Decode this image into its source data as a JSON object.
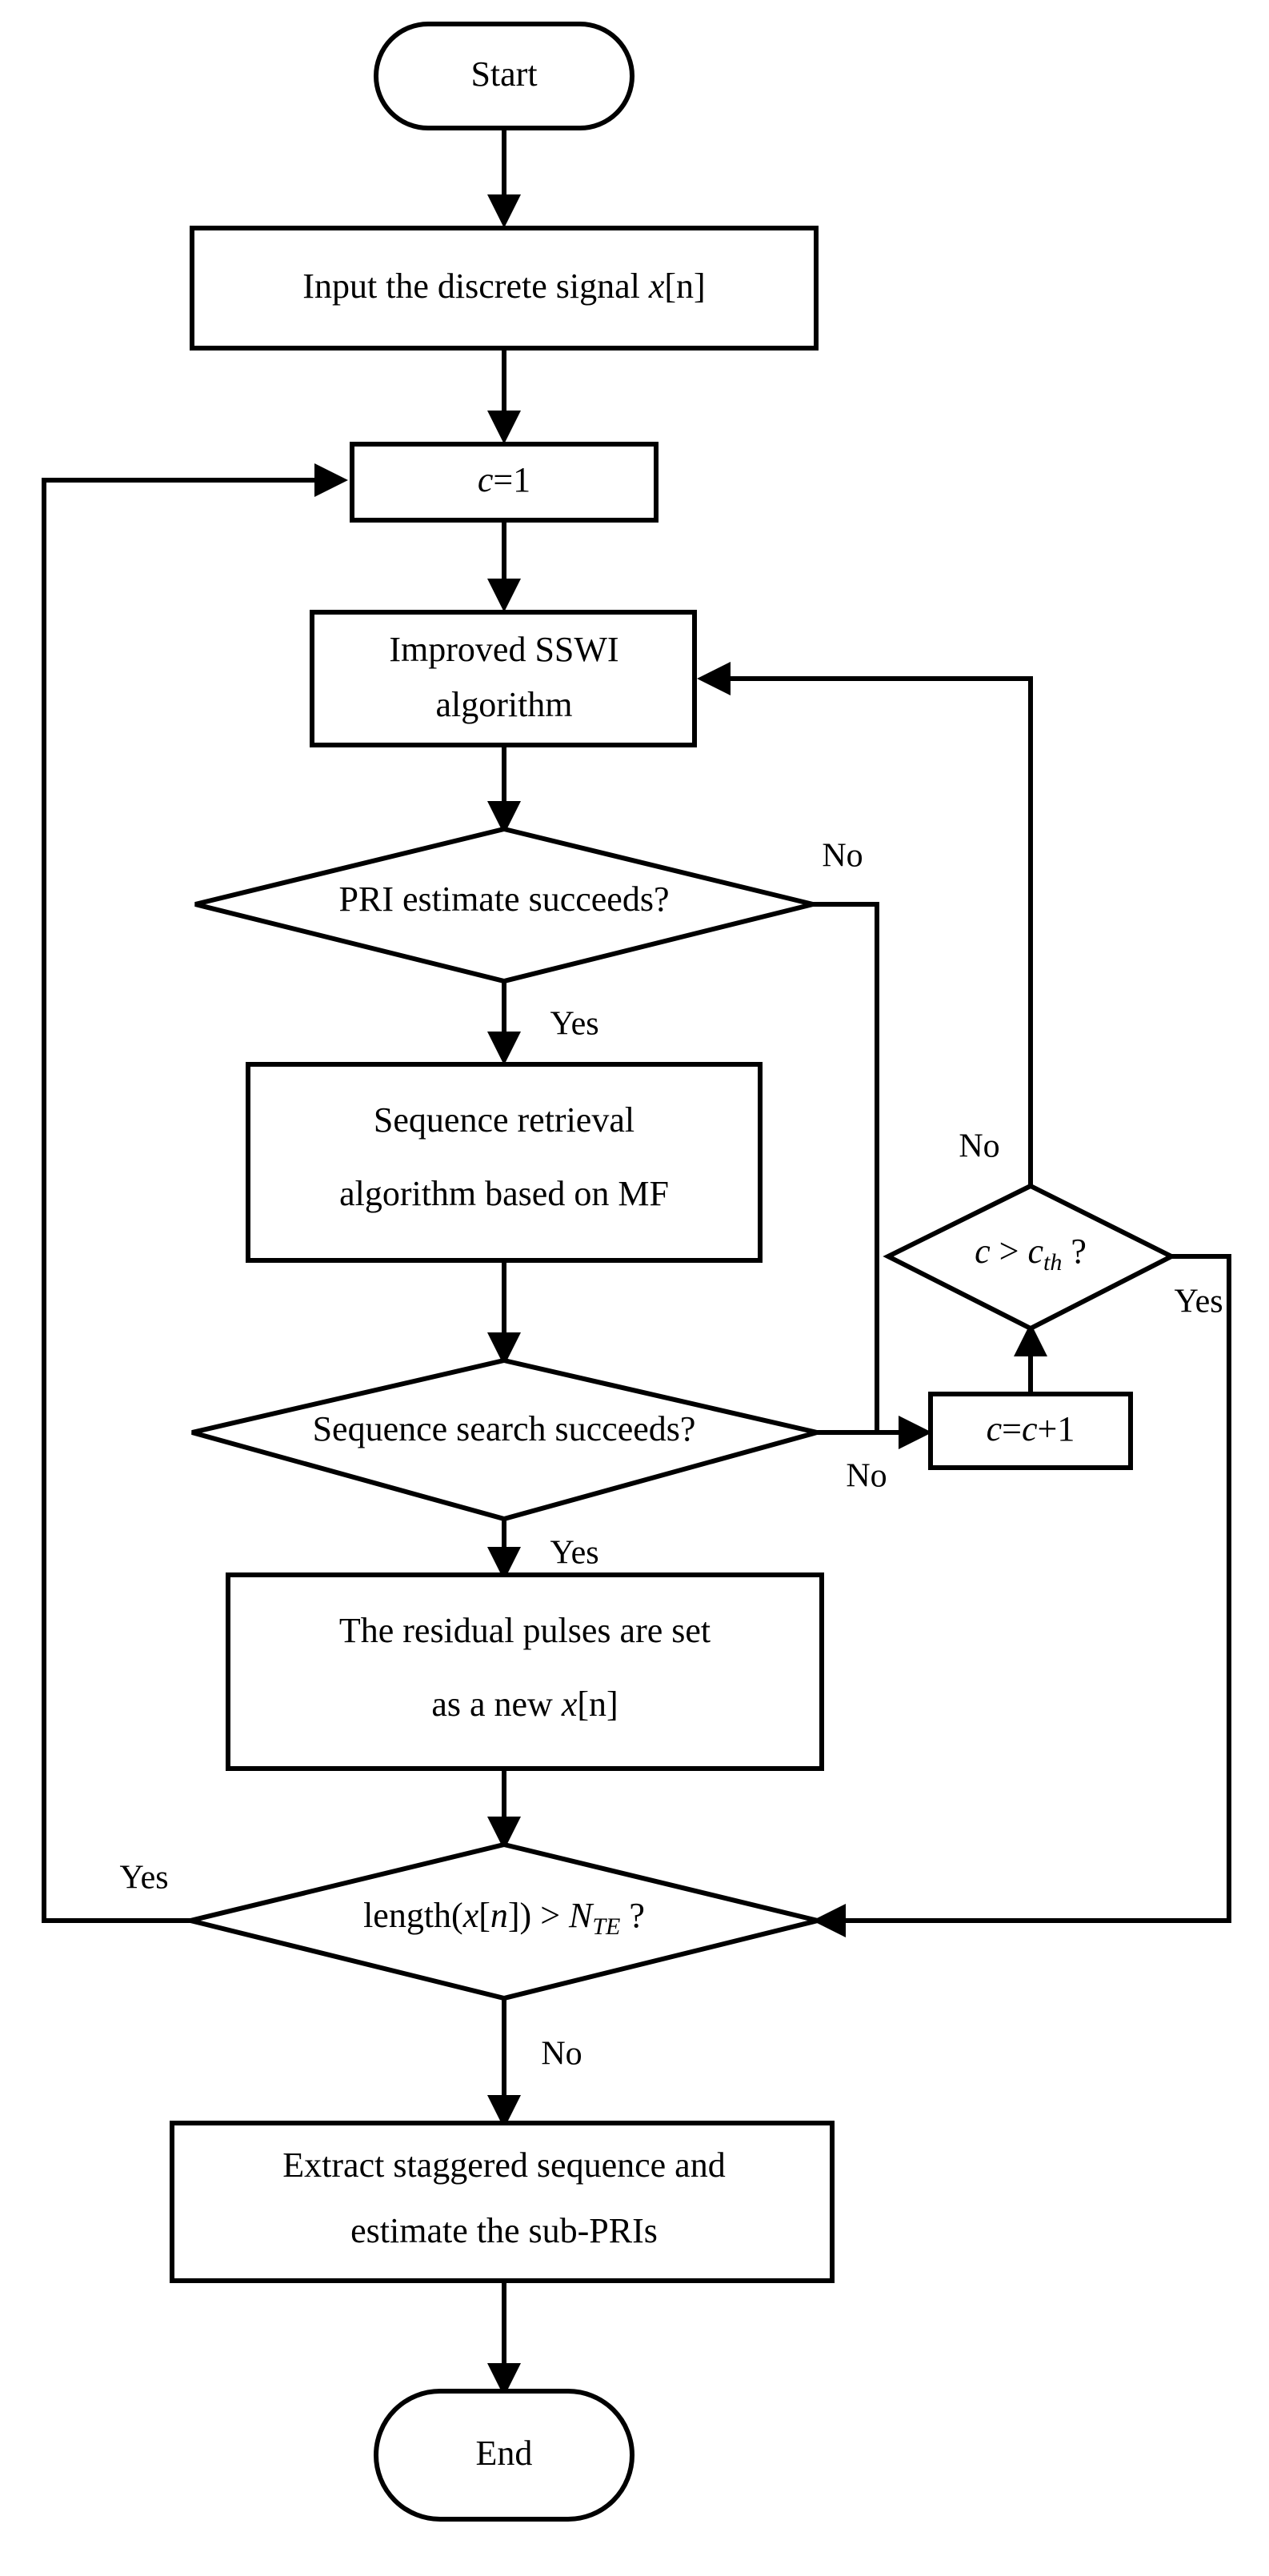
{
  "diagram": {
    "title": "PRI estimation and staggered sequence extraction flowchart",
    "background": "#ffffff",
    "line_color": "#000000",
    "fill_color": "#ffffff",
    "nodes": [
      {
        "id": "start",
        "shape": "terminator",
        "text": "Start"
      },
      {
        "id": "input",
        "shape": "process",
        "text_parts": [
          {
            "t": "Input the discrete signal ",
            "style": "normal"
          },
          {
            "t": "x",
            "style": "italic"
          },
          {
            "t": "[n]",
            "style": "normal"
          }
        ],
        "text": "Input the discrete signal x[n]"
      },
      {
        "id": "cinit",
        "shape": "process",
        "text_parts": [
          {
            "t": "c",
            "style": "italic"
          },
          {
            "t": "=1",
            "style": "normal"
          }
        ],
        "text": "c=1"
      },
      {
        "id": "sswi",
        "shape": "process",
        "lines": [
          "Improved SSWI",
          "algorithm"
        ],
        "text": "Improved SSWI algorithm"
      },
      {
        "id": "pri_check",
        "shape": "decision",
        "text": "PRI estimate succeeds?"
      },
      {
        "id": "seq_retr",
        "shape": "process",
        "lines": [
          "Sequence retrieval",
          "algorithm based on MF"
        ],
        "text": "Sequence retrieval algorithm based on MF"
      },
      {
        "id": "cth_check",
        "shape": "decision",
        "text_parts": [
          {
            "t": "c",
            "style": "italic"
          },
          {
            "t": " > ",
            "style": "normal"
          },
          {
            "t": "c",
            "style": "italic"
          },
          {
            "t": "th",
            "style": "subscript-italic"
          },
          {
            "t": " ?",
            "style": "normal"
          }
        ],
        "text": "c > cth ?"
      },
      {
        "id": "seq_search",
        "shape": "decision",
        "text": "Sequence search succeeds?"
      },
      {
        "id": "cincr",
        "shape": "process",
        "text_parts": [
          {
            "t": "c",
            "style": "italic"
          },
          {
            "t": "=",
            "style": "normal"
          },
          {
            "t": "c",
            "style": "italic"
          },
          {
            "t": "+1",
            "style": "normal"
          }
        ],
        "text": "c=c+1"
      },
      {
        "id": "residual",
        "shape": "process",
        "lines": [
          "The residual pulses are set",
          "as a new x[n]"
        ],
        "text": "The residual pulses are set as a new x[n]"
      },
      {
        "id": "len_check",
        "shape": "decision",
        "text_parts": [
          {
            "t": "length(",
            "style": "normal"
          },
          {
            "t": "x",
            "style": "italic"
          },
          {
            "t": "[",
            "style": "normal"
          },
          {
            "t": "n",
            "style": "italic"
          },
          {
            "t": "]) > ",
            "style": "normal"
          },
          {
            "t": "N",
            "style": "italic"
          },
          {
            "t": "TE",
            "style": "subscript-italic"
          },
          {
            "t": " ?",
            "style": "normal"
          }
        ],
        "text": "length(x[n]) > NTE ?"
      },
      {
        "id": "extract",
        "shape": "process",
        "lines": [
          "Extract staggered sequence and",
          "estimate the sub-PRIs"
        ],
        "text": "Extract staggered sequence and estimate the sub-PRIs"
      },
      {
        "id": "end",
        "shape": "terminator",
        "text": "End"
      }
    ],
    "edge_labels": {
      "pri_no": "No",
      "pri_yes": "Yes",
      "cth_no": "No",
      "cth_yes": "Yes",
      "search_no": "No",
      "search_yes": "Yes",
      "len_yes": "Yes",
      "len_no": "No"
    },
    "text": {
      "start": "Start",
      "input_prefix": "Input the discrete signal ",
      "input_x": "x",
      "input_suffix": "[n]",
      "c_var": "c",
      "c_init_rest": "=1",
      "sswi_line1": "Improved SSWI",
      "sswi_line2": "algorithm",
      "pri_check": "PRI estimate succeeds?",
      "seq_retr_line1": "Sequence retrieval",
      "seq_retr_line2": "algorithm based on MF",
      "cth_gt": " > ",
      "cth_sub": "th",
      "cth_q": " ?",
      "seq_search": "Sequence search succeeds?",
      "cincr_eq": "=",
      "cincr_plus": "+1",
      "residual_line1": "The residual pulses are set",
      "residual_line2a": "as a new ",
      "residual_line2b": "x",
      "residual_line2c": "[n]",
      "len_prefix": "length(",
      "len_x": "x",
      "len_lb": "[",
      "len_n": "n",
      "len_rest": "]) > ",
      "len_N": "N",
      "len_sub": "TE",
      "len_q": " ?",
      "extract_line1": "Extract staggered sequence and",
      "extract_line2": "estimate the sub-PRIs",
      "end": "End",
      "yes": "Yes",
      "no": "No"
    }
  }
}
